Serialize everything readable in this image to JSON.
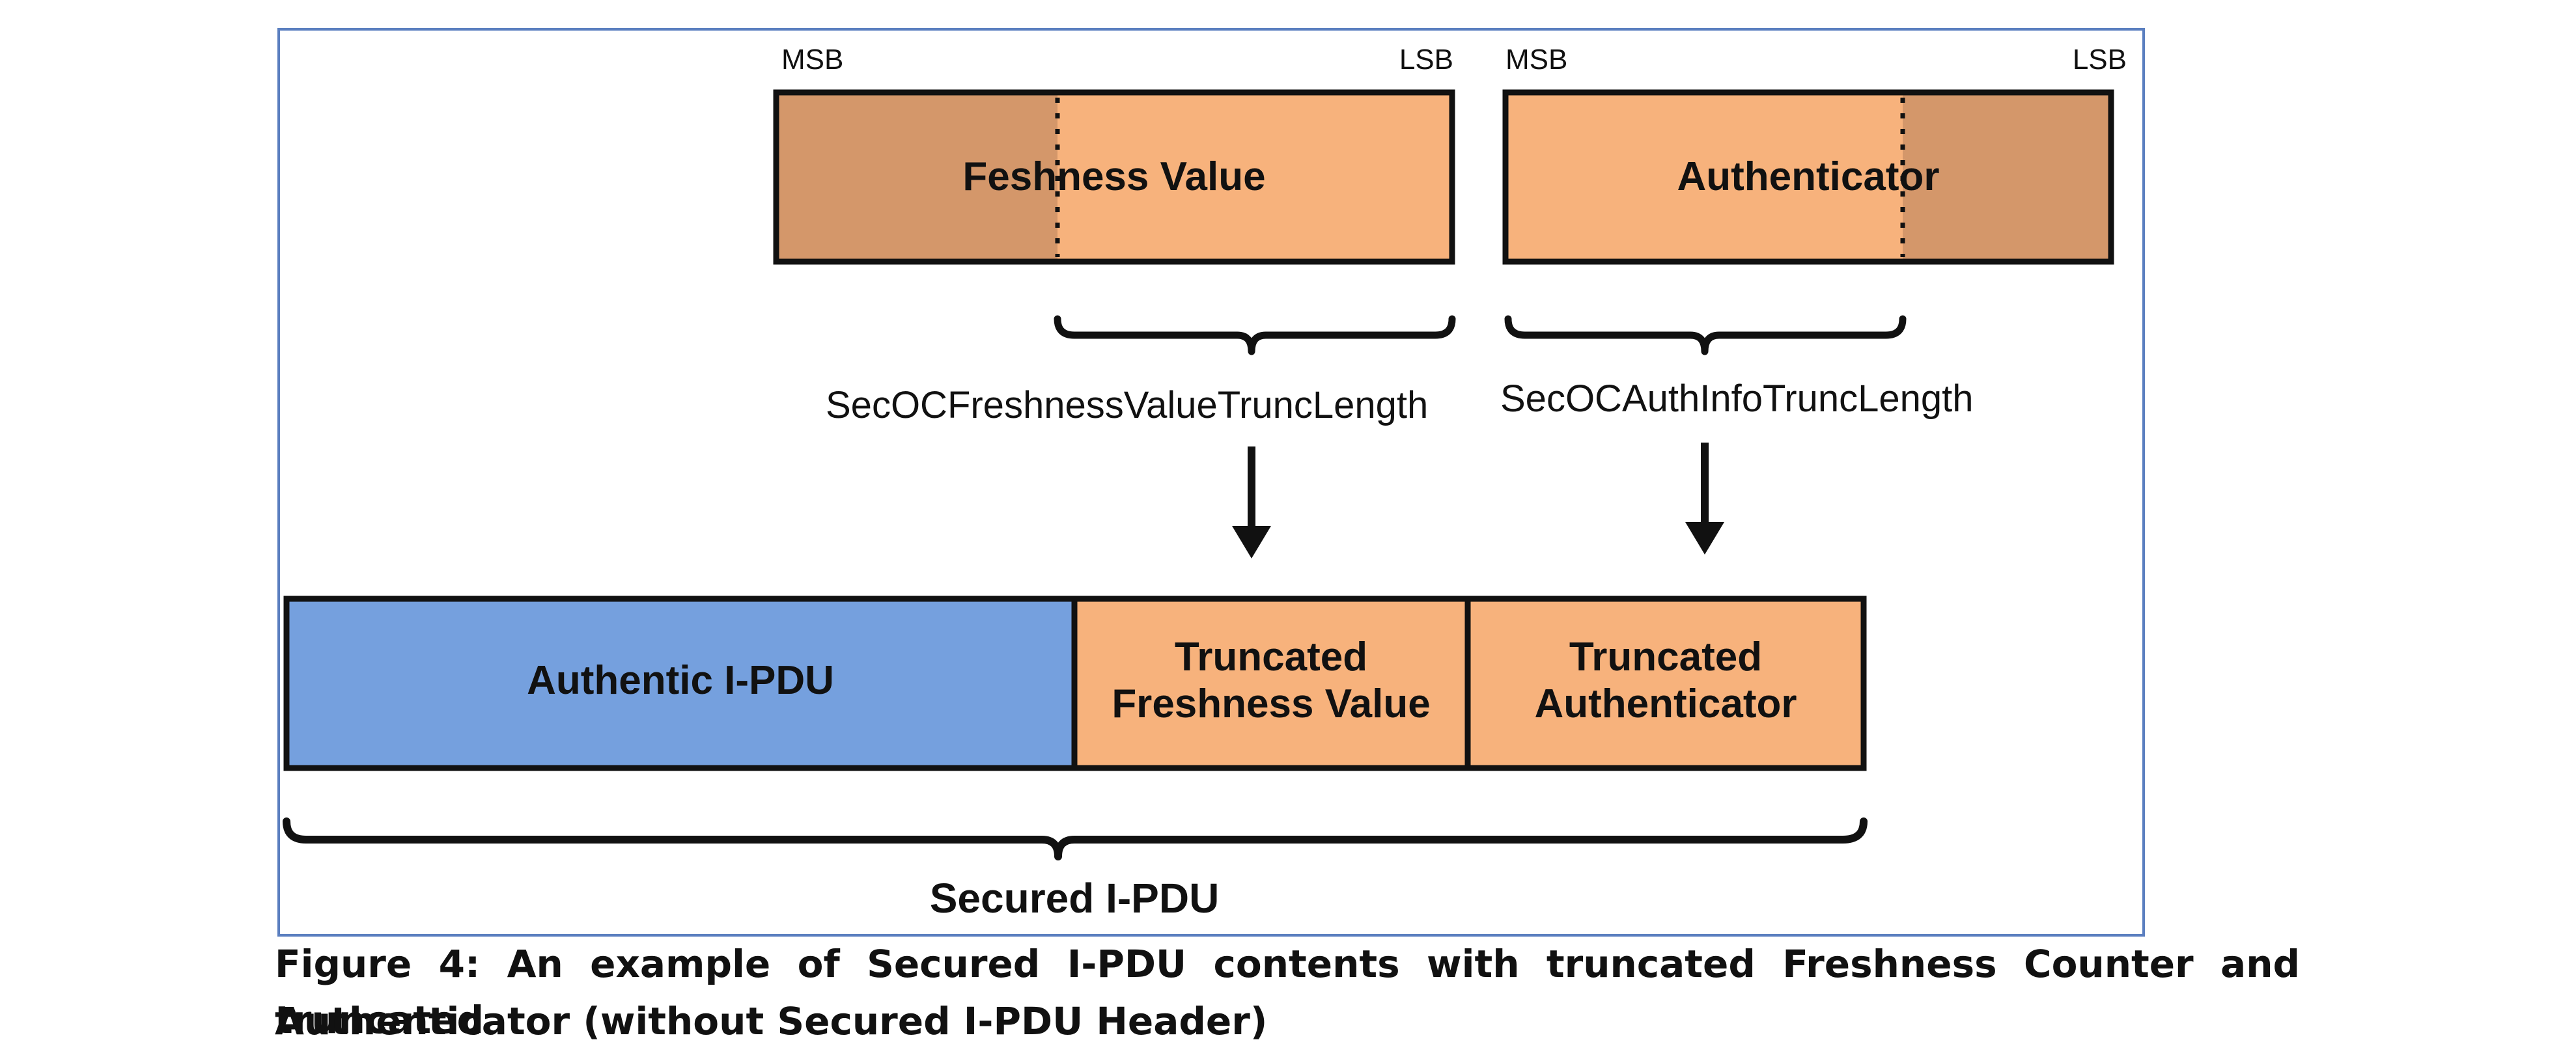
{
  "diagram": {
    "source_fields": [
      {
        "msb": "MSB",
        "lsb": "LSB",
        "label": "Feshness Value"
      },
      {
        "msb": "MSB",
        "lsb": "LSB",
        "label": "Authenticator"
      }
    ],
    "truncation_params": [
      "SecOCFreshnessValueTruncLength",
      "SecOCAuthInfoTruncLength"
    ],
    "pdu_fields": {
      "authentic": "Authentic I-PDU",
      "freshness_line1": "Truncated",
      "freshness_line2": "Freshness Value",
      "authenticator_line1": "Truncated",
      "authenticator_line2": "Authenticator"
    },
    "secured_label": "Secured I-PDU",
    "colors": {
      "frame": "#5b7fc0",
      "orange": "#f7b27c",
      "orange_dark": "#d4976a",
      "blue": "#75a0de",
      "stroke": "#111111"
    }
  },
  "caption": {
    "line1": "Figure 4: An example of Secured I-PDU contents with truncated Freshness Counter and truncated",
    "line2": "Authenticator (without Secured I-PDU Header)"
  }
}
